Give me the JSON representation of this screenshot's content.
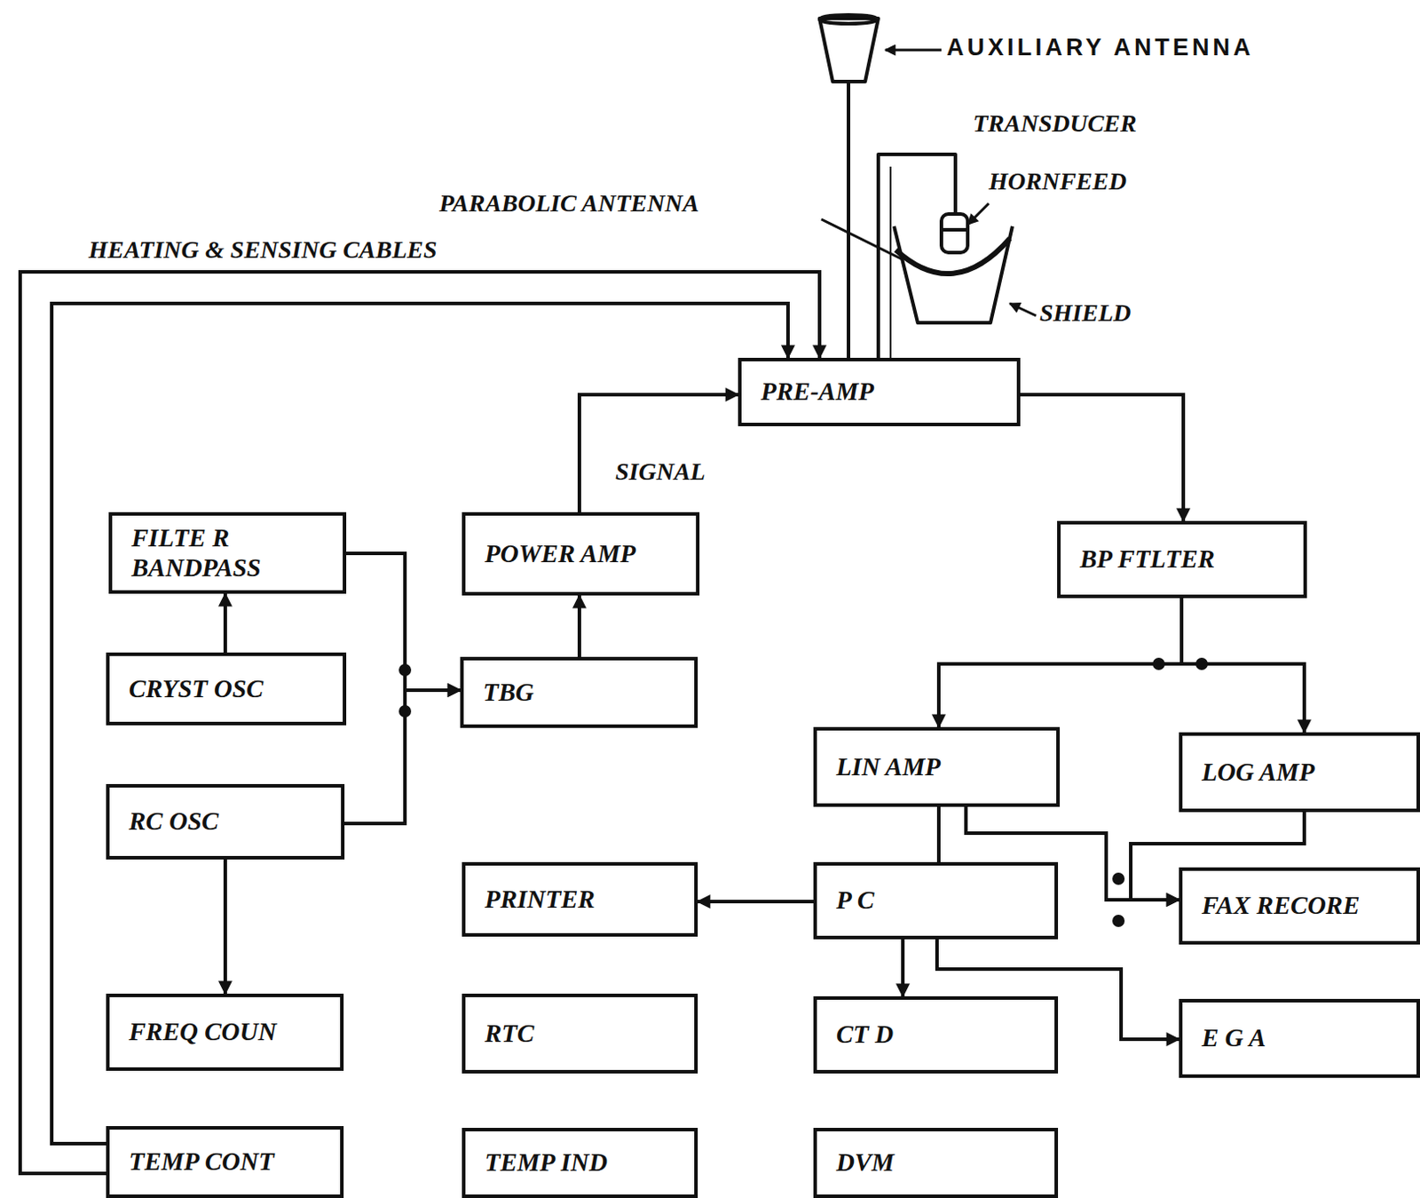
{
  "diagram": {
    "nodes": [
      {
        "text": [
          "PRE-AMP"
        ]
      },
      {
        "text": [
          "BP FTLTER"
        ]
      },
      {
        "text": [
          "FILTE R BANDPASS"
        ]
      },
      {
        "text": [
          "POWER AMP"
        ]
      },
      {
        "text": [
          "CRYST OSC"
        ]
      },
      {
        "text": [
          "TBG"
        ]
      },
      {
        "text": [
          "LIN AMP"
        ]
      },
      {
        "text": [
          "LOG AMP"
        ]
      },
      {
        "text": [
          "RC OSC"
        ]
      },
      {
        "text": [
          "PRINTER"
        ]
      },
      {
        "text": [
          "P C"
        ]
      },
      {
        "text": [
          "FAX RECORE"
        ]
      },
      {
        "text": [
          "FREQ COUN"
        ]
      },
      {
        "text": [
          "RTC"
        ]
      },
      {
        "text": [
          "CT D"
        ]
      },
      {
        "text": [
          "E G A"
        ]
      },
      {
        "text": [
          "TEMP CONT"
        ]
      },
      {
        "text": [
          "TEMP IND"
        ]
      },
      {
        "text": [
          "DVM"
        ]
      }
    ],
    "edges": [
      {
        "from": 3,
        "to": 0,
        "arrow": "to",
        "label": "SIGNAL"
      },
      {
        "from": 0,
        "to": 1,
        "arrow": "to"
      },
      {
        "from": 4,
        "to": 2,
        "arrow": "to"
      },
      {
        "from": 2,
        "to": 5,
        "arrow": "to"
      },
      {
        "from": 8,
        "to": 5,
        "arrow": "to"
      },
      {
        "from": 5,
        "to": 3,
        "arrow": "to"
      },
      {
        "from": 8,
        "to": 12,
        "arrow": "to"
      },
      {
        "from": 1,
        "to": 6,
        "arrow": "to"
      },
      {
        "from": 1,
        "to": 7,
        "arrow": "to"
      },
      {
        "from": 6,
        "to": 10,
        "arrow": "none"
      },
      {
        "from": 6,
        "to": 11,
        "arrow": "to"
      },
      {
        "from": 7,
        "to": 11,
        "arrow": "to"
      },
      {
        "from": 10,
        "to": 9,
        "arrow": "to"
      },
      {
        "from": 10,
        "to": 14,
        "arrow": "to"
      },
      {
        "from": 10,
        "to": 15,
        "arrow": "to"
      },
      {
        "from": 16,
        "to": 0,
        "arrow": "to"
      },
      {
        "from": 16,
        "to": 0,
        "arrow": "to"
      }
    ],
    "labels": [
      "AUXILIARY ANTENNA",
      "TRANSDUCER",
      "HORNFEED",
      "PARABOLIC ANTENNA",
      "HEATING & SENSING CABLES",
      "SHIELD"
    ]
  }
}
